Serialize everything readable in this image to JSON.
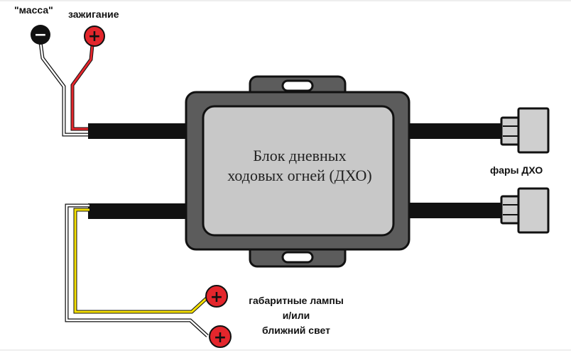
{
  "labels": {
    "ground": "\"масса\"",
    "ignition": "зажигание",
    "drl_lamps": "фары ДХО",
    "parking_line1": "габаритные лампы",
    "parking_line2": "и/или",
    "parking_line3": "ближний свет"
  },
  "block": {
    "title_line1": "Блок дневных",
    "title_line2": "ходовых огней (ДХО)"
  },
  "symbols": {
    "minus": "−",
    "plus": "+"
  },
  "colors": {
    "ground_terminal": "#111111",
    "positive_terminal": "#e4262c",
    "ignition_wire": "#e4262c",
    "parking_wire": "#f5e000",
    "cable": "#111111",
    "housing": "#5c5c5c",
    "panel": "#c8c8c8"
  }
}
